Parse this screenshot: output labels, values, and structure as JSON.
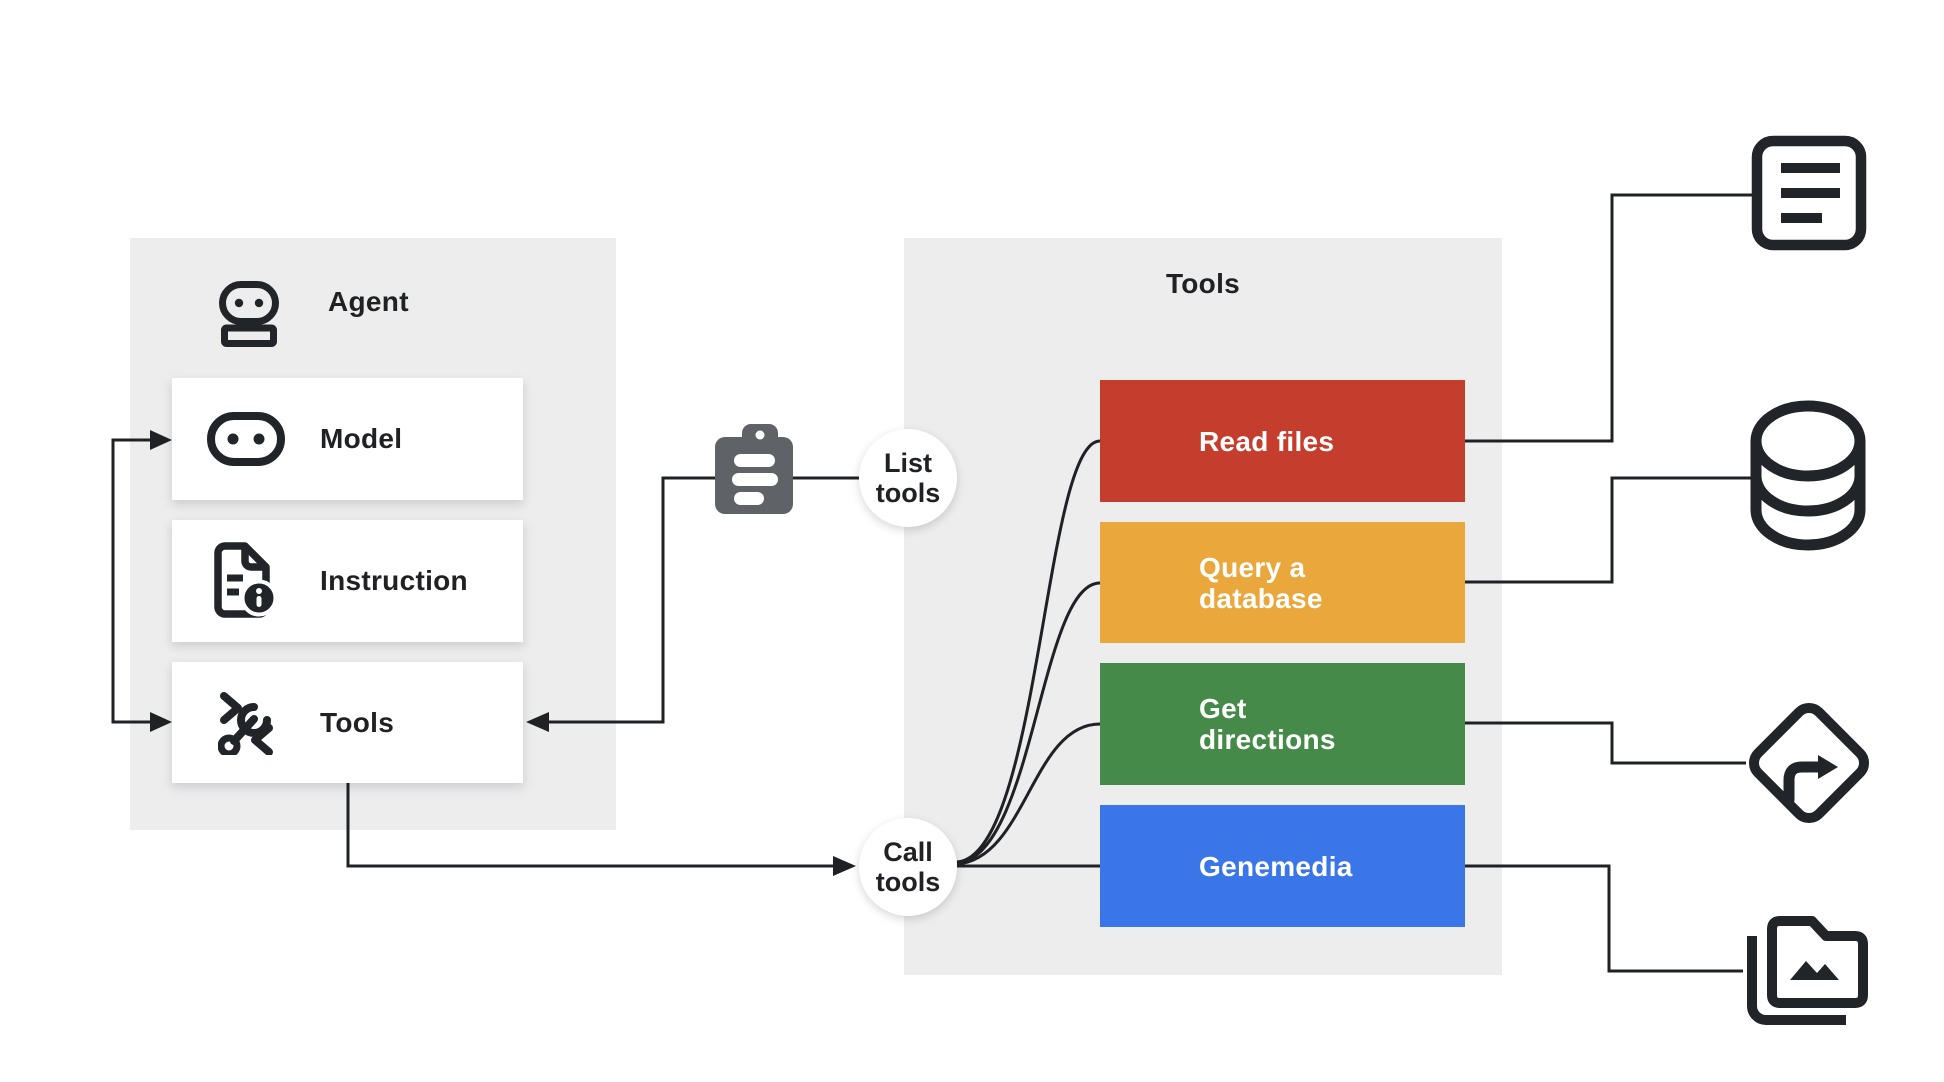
{
  "colors": {
    "background": "#ffffff",
    "panel_bg": "#ededee",
    "ink": "#202124",
    "line": "#1f2124",
    "clipboard_gray": "#5f6368",
    "card_bg": "#ffffff"
  },
  "agent_panel": {
    "title": "Agent",
    "items": [
      {
        "label": "Model"
      },
      {
        "label": "Instruction"
      },
      {
        "label": "Tools"
      }
    ]
  },
  "connectors": {
    "list_tools_label": "List\ntools",
    "call_tools_label": "Call\ntools"
  },
  "tools_panel": {
    "title": "Tools",
    "tools": [
      {
        "label": "Read files",
        "color": "#c53d2d"
      },
      {
        "label": "Query a\ndatabase",
        "color": "#e9a73c"
      },
      {
        "label": "Get\ndirections",
        "color": "#468a4a"
      },
      {
        "label": "Genemedia",
        "color": "#3b76e8"
      }
    ]
  }
}
